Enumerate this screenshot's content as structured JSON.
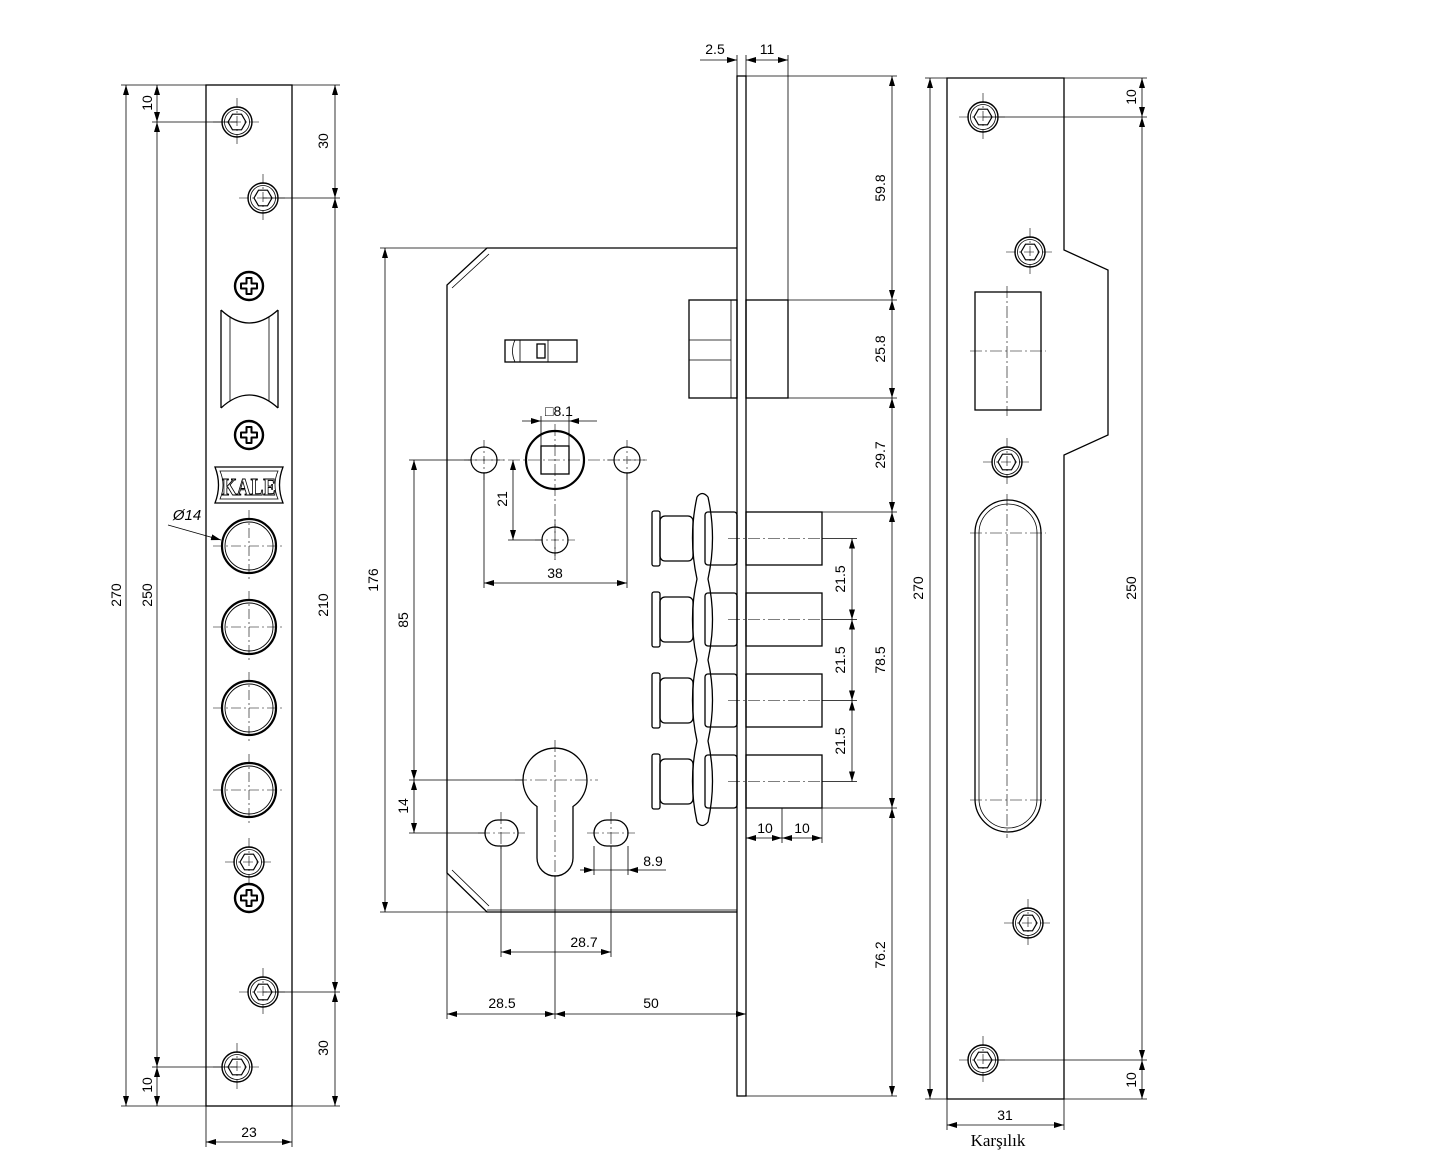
{
  "faceplate": {
    "logo": "KALE",
    "bolt_hole_diameter": "Ø14",
    "dim_total_height": "270",
    "dim_hole_span": "250",
    "dim_top_margin": "10",
    "dim_bottom_margin": "10",
    "dim_inner_span": "210",
    "dim_top_inner": "30",
    "dim_bottom_inner": "30",
    "dim_width": "23"
  },
  "lock_body": {
    "dim_front_plate": "2.5",
    "dim_latch_projection": "11",
    "dim_top_to_latch": "59.8",
    "dim_latch_height": "25.8",
    "dim_latch_to_bolts": "29.7",
    "dim_bolt_group": "78.5",
    "dim_bolt_pitch": [
      "21.5",
      "21.5",
      "21.5"
    ],
    "dim_bottom": "76.2",
    "dim_case_height": "176",
    "dim_center_distance": "85",
    "dim_spindle_to_hole": "21",
    "dim_spindle_square": "□8.1",
    "dim_hole_spacing": "38",
    "dim_cylinder_to_slots": "14",
    "dim_slot_width": "8.9",
    "dim_slot_spacing": "28.7",
    "dim_case_to_cylinder": "28.5",
    "dim_backset": "50",
    "dim_bolt_projection": [
      "10",
      "10"
    ]
  },
  "strike_plate": {
    "caption": "Karşılık",
    "dim_total_height": "270",
    "dim_hole_span": "250",
    "dim_top_margin": "10",
    "dim_bottom_margin": "10",
    "dim_width": "31"
  },
  "colors": {
    "line": "#000000",
    "background": "#ffffff"
  }
}
